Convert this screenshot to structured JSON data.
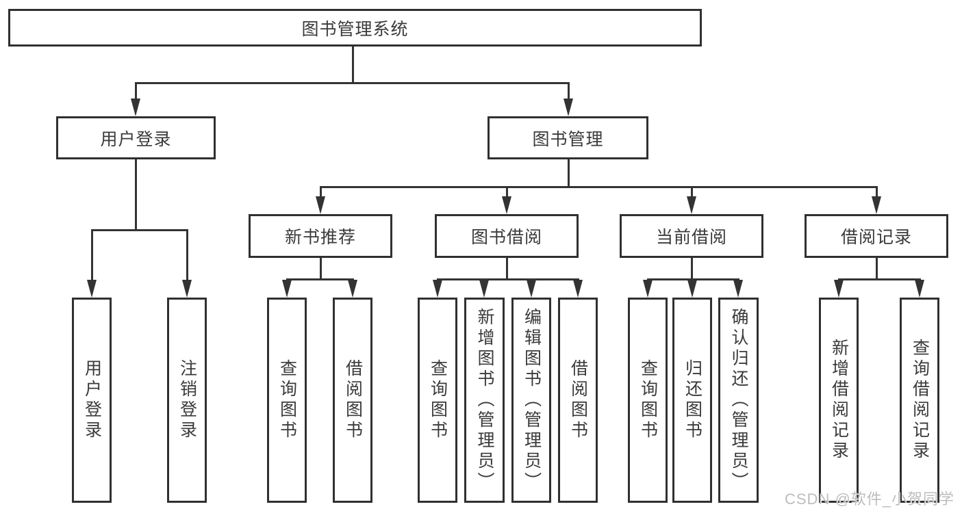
{
  "diagram_title": "图书管理系统",
  "tree": {
    "root": "图书管理系统",
    "branches": [
      {
        "label": "用户登录",
        "children": [
          "用户登录",
          "注销登录"
        ]
      },
      {
        "label": "图书管理",
        "sections": [
          {
            "label": "新书推荐",
            "children": [
              "查询图书",
              "借阅图书"
            ]
          },
          {
            "label": "图书借阅",
            "children": [
              "查询图书",
              "新增图书（管理员）",
              "编辑图书（管理员）",
              "借阅图书"
            ]
          },
          {
            "label": "当前借阅",
            "children": [
              "查询图书",
              "归还图书",
              "确认归还（管理员）"
            ]
          },
          {
            "label": "借阅记录",
            "children": [
              "新增借阅记录",
              "查询借阅记录"
            ]
          }
        ]
      }
    ]
  },
  "watermark": {
    "text": "CSDN @软件_小贺同学"
  },
  "colors": {
    "line": "#333333",
    "text": "#3a3a3a",
    "box_background": "#ffffff",
    "page_background": "#ffffff",
    "watermark": "#bdbdbd"
  }
}
